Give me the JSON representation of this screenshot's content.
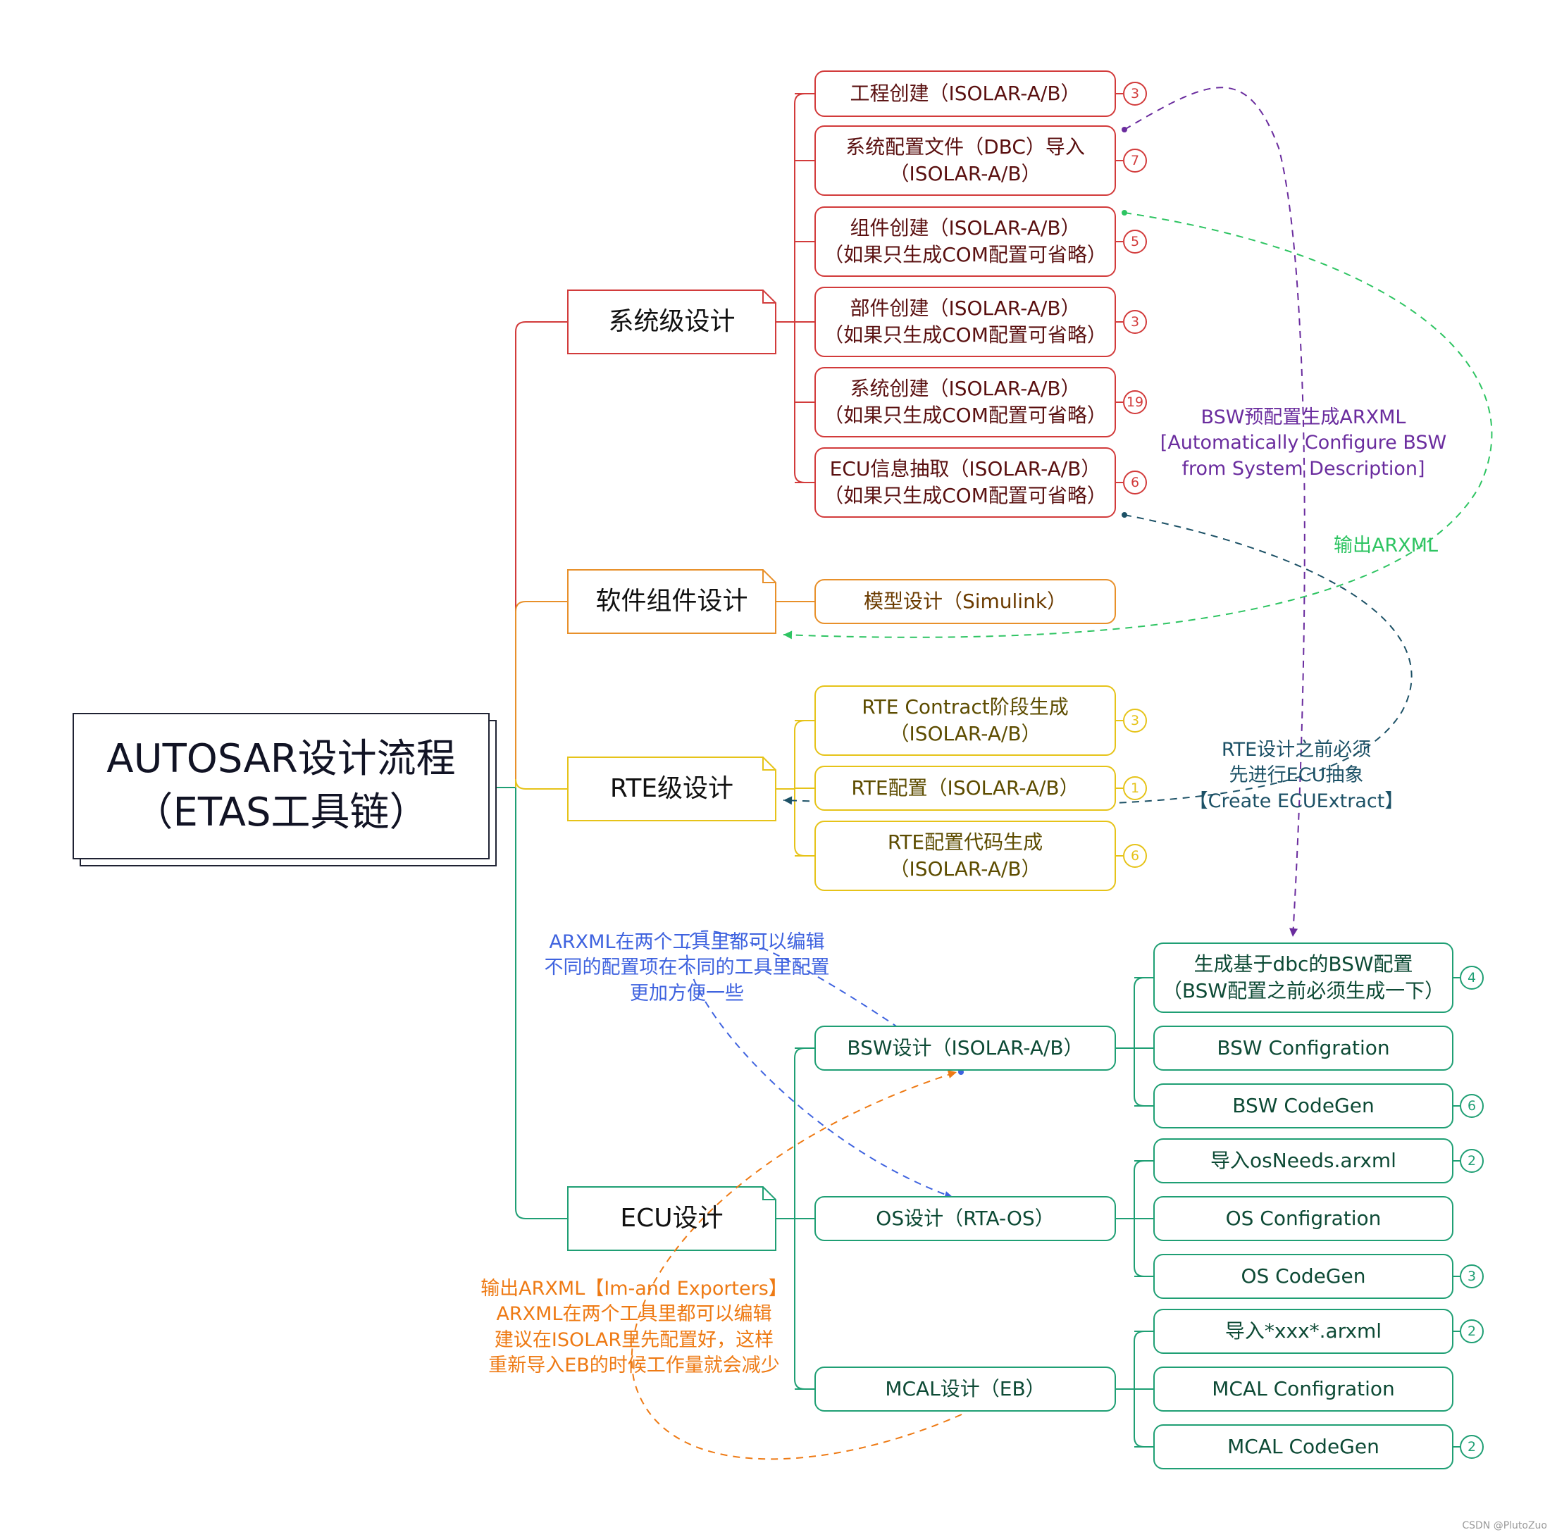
{
  "colors": {
    "system": "#d23b3b",
    "software": "#e8902a",
    "rte": "#e6c319",
    "ecu": "#1f9f74",
    "root": "#1f2233",
    "purple": "#6a2c9e",
    "green_dash": "#2ec462",
    "navy_dash": "#1c5166",
    "blue_dash": "#3f63df",
    "orange_dash": "#ee7a14"
  },
  "root": {
    "title": "AUTOSAR设计流程\n（ETAS工具链）"
  },
  "branches": [
    {
      "key": "system",
      "label": "系统级设计",
      "items": [
        {
          "text": "工程创建（ISOLAR-A/B）",
          "count": "3"
        },
        {
          "text": "系统配置文件（DBC）导入\n（ISOLAR-A/B）",
          "count": "7"
        },
        {
          "text": "组件创建（ISOLAR-A/B）\n（如果只生成COM配置可省略）",
          "count": "5"
        },
        {
          "text": "部件创建（ISOLAR-A/B）\n（如果只生成COM配置可省略）",
          "count": "3"
        },
        {
          "text": "系统创建（ISOLAR-A/B）\n（如果只生成COM配置可省略）",
          "count": "19"
        },
        {
          "text": "ECU信息抽取（ISOLAR-A/B）\n（如果只生成COM配置可省略）",
          "count": "6"
        }
      ]
    },
    {
      "key": "software",
      "label": "软件组件设计",
      "items": [
        {
          "text": "模型设计（Simulink）",
          "count": ""
        }
      ]
    },
    {
      "key": "rte",
      "label": "RTE级设计",
      "items": [
        {
          "text": "RTE Contract阶段生成\n（ISOLAR-A/B）",
          "count": "3"
        },
        {
          "text": "RTE配置（ISOLAR-A/B）",
          "count": "1"
        },
        {
          "text": "RTE配置代码生成\n（ISOLAR-A/B）",
          "count": "6"
        }
      ]
    },
    {
      "key": "ecu",
      "label": "ECU设计",
      "items": [
        {
          "text": "BSW设计（ISOLAR-A/B）",
          "children": [
            {
              "text": "生成基于dbc的BSW配置\n（BSW配置之前必须生成一下）",
              "count": "4"
            },
            {
              "text": "BSW Configration",
              "count": ""
            },
            {
              "text": "BSW CodeGen",
              "count": "6"
            }
          ]
        },
        {
          "text": "OS设计（RTA-OS）",
          "children": [
            {
              "text": "导入osNeeds.arxml",
              "count": "2"
            },
            {
              "text": "OS Configration",
              "count": ""
            },
            {
              "text": "OS CodeGen",
              "count": "3"
            }
          ]
        },
        {
          "text": "MCAL设计（EB）",
          "children": [
            {
              "text": "导入*xxx*.arxml",
              "count": "2"
            },
            {
              "text": "MCAL Configration",
              "count": ""
            },
            {
              "text": "MCAL CodeGen",
              "count": "2"
            }
          ]
        }
      ]
    }
  ],
  "notes": {
    "bsw_pre": "BSW预配置生成ARXML\n[Automatically Configure BSW\nfrom System Description]",
    "out_arxml": "输出ARXML",
    "rte_before": "RTE设计之前必须\n先进行ECU抽象\n【Create ECUExtract】",
    "arxml_edit": "ARXML在两个工具里都可以编辑\n不同的配置项在不同的工具里配置\n更加方便一些",
    "import_export": "输出ARXML【Im-and Exporters】\nARXML在两个工具里都可以编辑\n建议在ISOLAR里先配置好，这样\n重新导入EB的时候工作量就会减少"
  },
  "watermark": "CSDN @PlutoZuo"
}
